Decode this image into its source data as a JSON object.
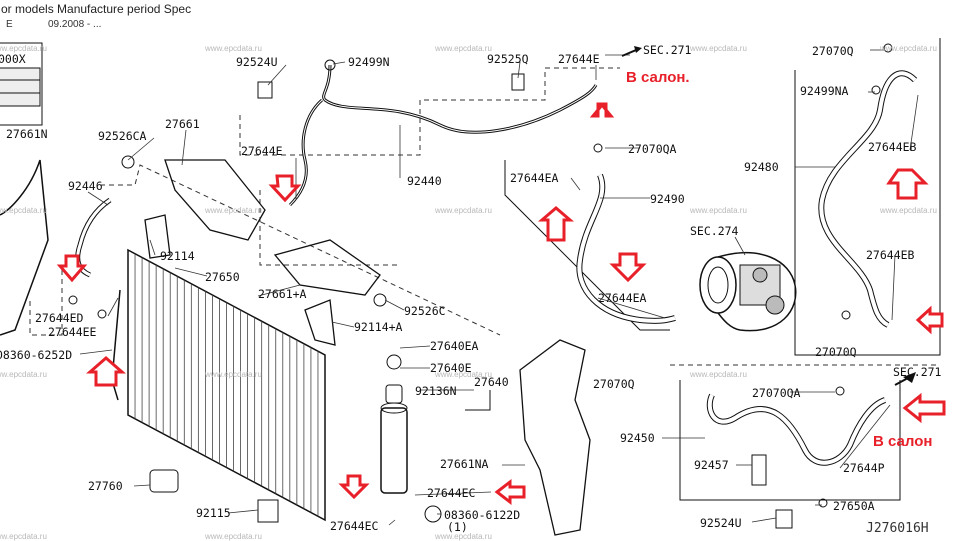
{
  "header": {
    "title": "or models Manufacture period Spec",
    "col1": "E",
    "col2": "09.2008 - ..."
  },
  "watermark": "www.epcdata.ru",
  "labels": {
    "p92524u_a": "92524U",
    "p92499n": "92499N",
    "p92525q": "92525Q",
    "p27644e_a": "27644E",
    "sec271_a": "SEC.271",
    "p27070q_a": "27070Q",
    "p27661n": "27661N",
    "p92526ca": "92526CA",
    "p27661": "27661",
    "p27644e_b": "27644E",
    "p92440": "92440",
    "p27070qa_a": "27070QA",
    "p92499na": "92499NA",
    "p27644eb_a": "27644EB",
    "p92480": "92480",
    "p92446": "92446",
    "p27644ea_a": "27644EA",
    "p92490": "92490",
    "sec274": "SEC.274",
    "p92114": "92114",
    "p27650": "27650",
    "p27661a": "27661+A",
    "p27644eb_b": "27644EB",
    "p27644ea_b": "27644EA",
    "p92526c": "92526C",
    "p27644ed": "27644ED",
    "p92114a": "92114+A",
    "p27644ee": "27644EE",
    "p27070q_b": "27070Q",
    "p27640ea": "27640EA",
    "p08360_6252d": "08360-6252D",
    "p27640e": "27640E",
    "p27070q_c": "27070Q",
    "sec271_b": "SEC.271",
    "p92136n": "92136N",
    "p27640": "27640",
    "p27070qa_b": "27070QA",
    "p92450": "92450",
    "p27661na": "27661NA",
    "p92457": "92457",
    "p27644p": "27644P",
    "p27760": "27760",
    "p27644ec_a": "27644EC",
    "p27650a": "27650A",
    "p08360_6122d": "08360-6122D",
    "qty1": "(1)",
    "p92115": "92115",
    "p27644ec_b": "27644EC",
    "p92524u_b": "92524U",
    "box_code": "000X"
  },
  "notes": {
    "to_cabin_1": "В салон.",
    "to_cabin_2": "В салон"
  },
  "diagram_code": "J276016H",
  "colors": {
    "accent": "#e8202a",
    "line": "#111111",
    "watermark": "#b8b8b8"
  }
}
